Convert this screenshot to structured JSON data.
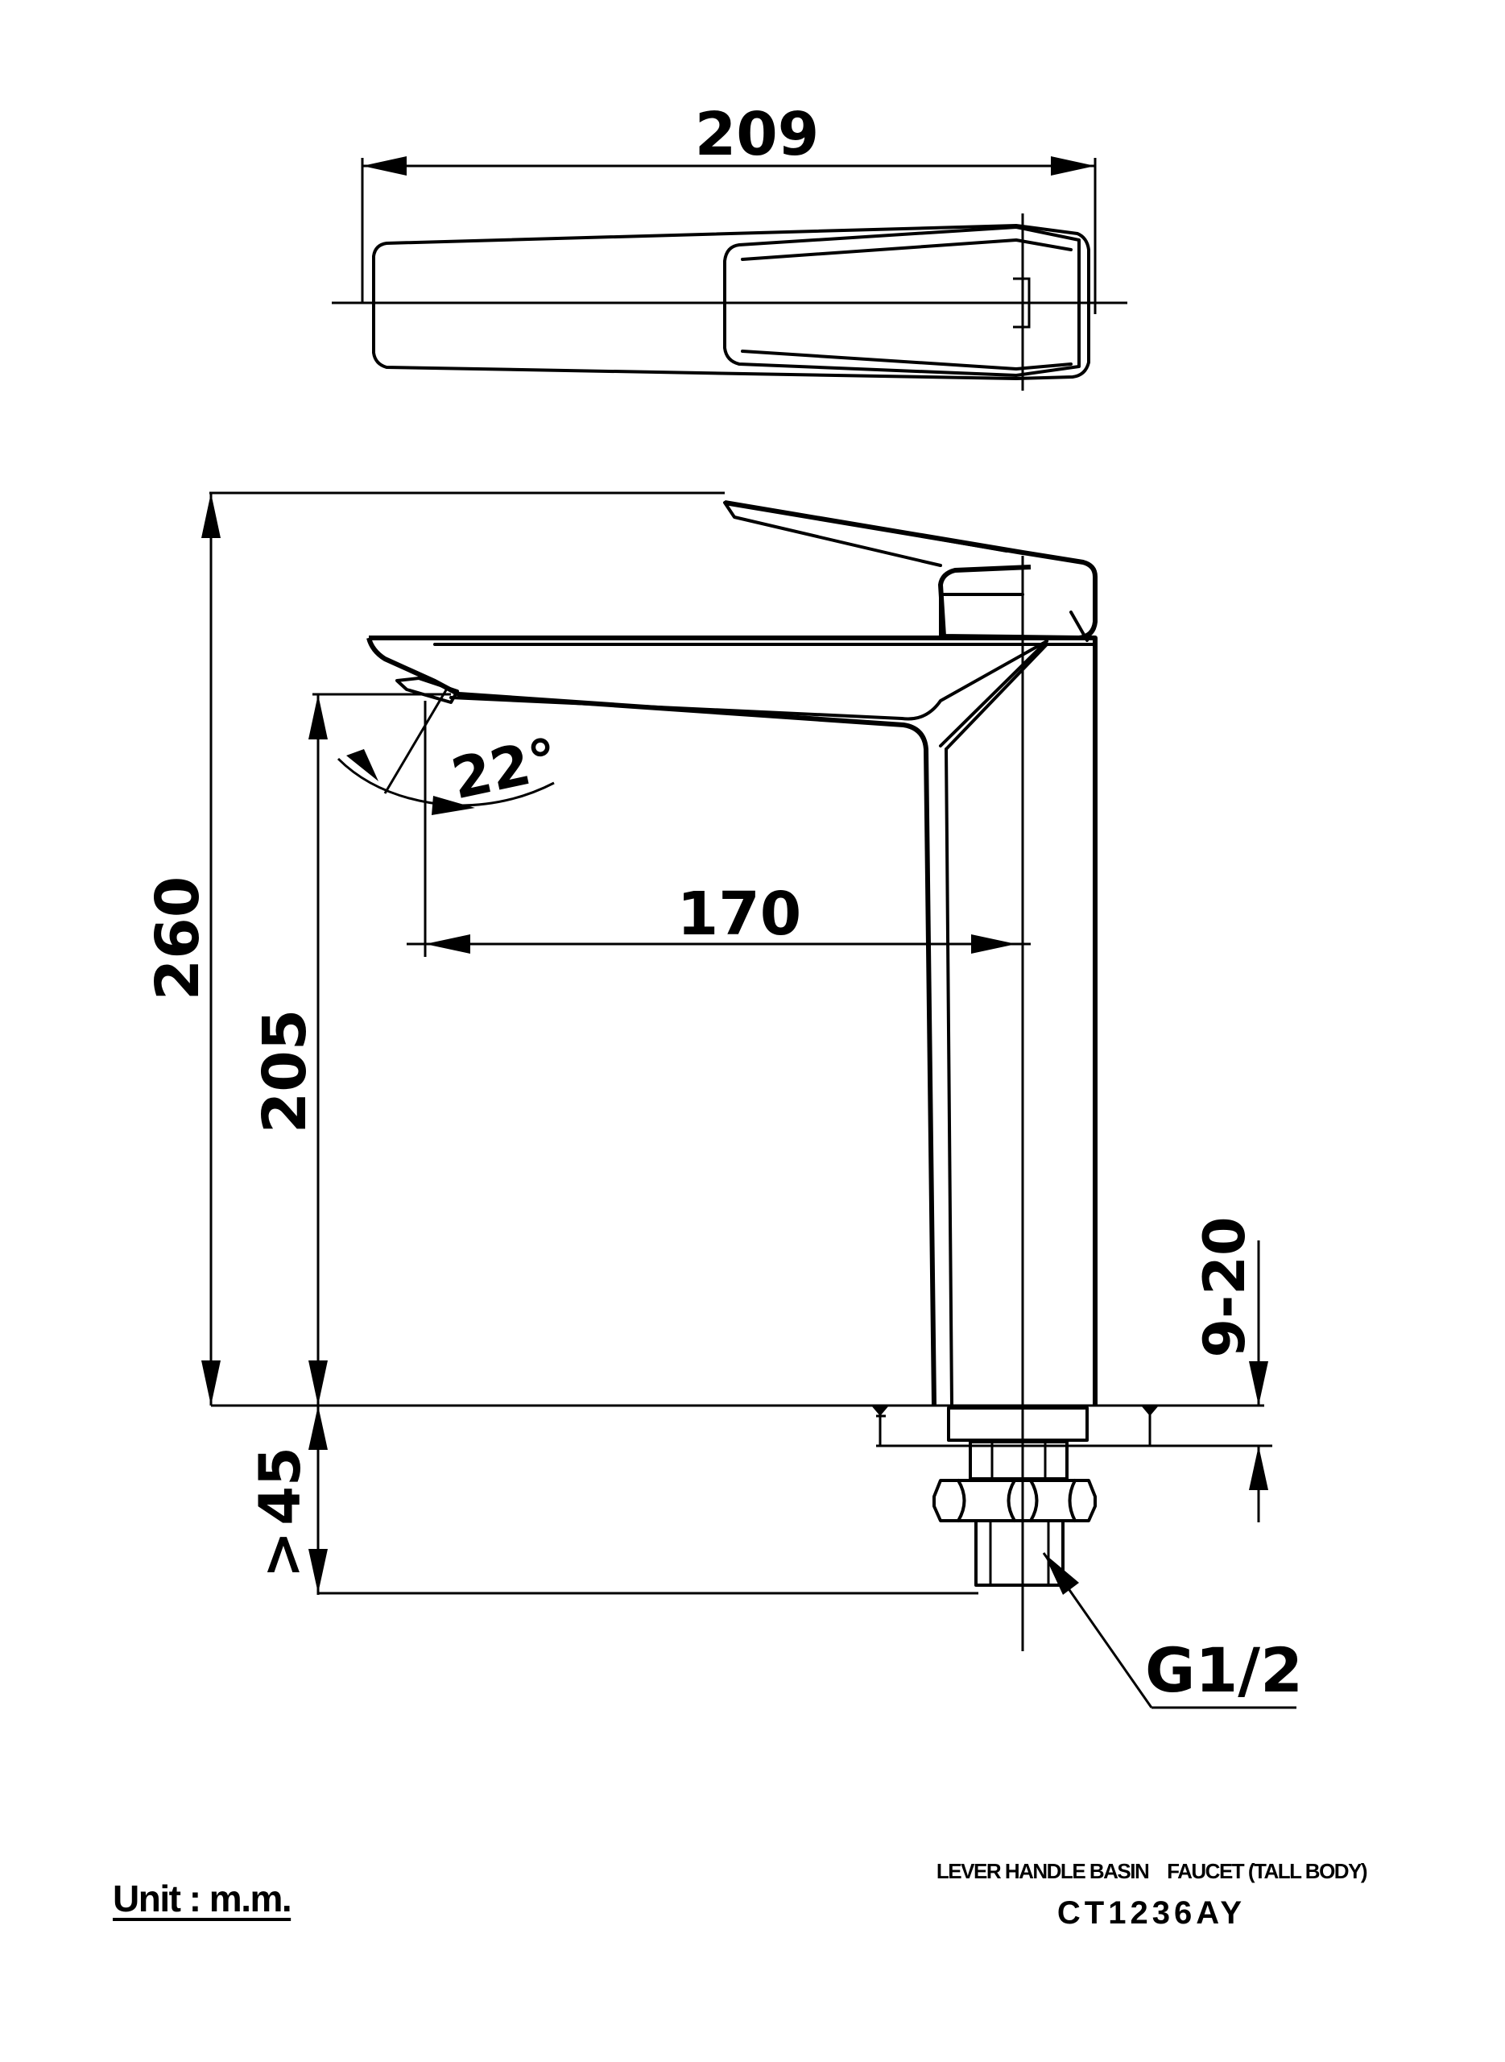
{
  "drawing": {
    "dimensions": {
      "overall_length": "209",
      "total_height": "260",
      "spout_height": "205",
      "spout_reach": "170",
      "spout_angle": "22°",
      "counter_thickness": "9-20",
      "min_tail": "45",
      "min_symbol": ">",
      "thread": "G1/2"
    }
  },
  "title_block": {
    "product_name": "LEVER HANDLE BASIN    FAUCET (TALL BODY)",
    "model": "CT1236AY",
    "unit": "Unit : m.m."
  }
}
